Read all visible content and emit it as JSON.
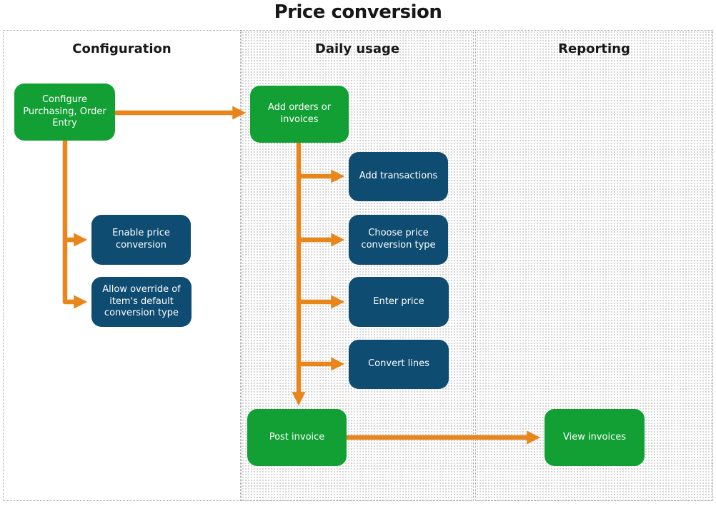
{
  "title": "Price conversion",
  "lanes": [
    {
      "label": "Configuration"
    },
    {
      "label": "Daily usage"
    },
    {
      "label": "Reporting"
    }
  ],
  "nodes": {
    "configure": {
      "label": "Configure Purchasing, Order Entry"
    },
    "enable": {
      "label": "Enable price conversion"
    },
    "override": {
      "label": "Allow override of item's default conversion type"
    },
    "addorders": {
      "label": "Add orders or invoices"
    },
    "addtrans": {
      "label": "Add transactions"
    },
    "choose": {
      "label": "Choose price conversion type"
    },
    "enterprice": {
      "label": "Enter price"
    },
    "convert": {
      "label": "Convert lines"
    },
    "post": {
      "label": "Post invoice"
    },
    "view": {
      "label": "View invoices"
    }
  },
  "colors": {
    "green": "#12a035",
    "blue": "#0e4c72",
    "arrow": "#e8861c",
    "ink": "#171717"
  }
}
